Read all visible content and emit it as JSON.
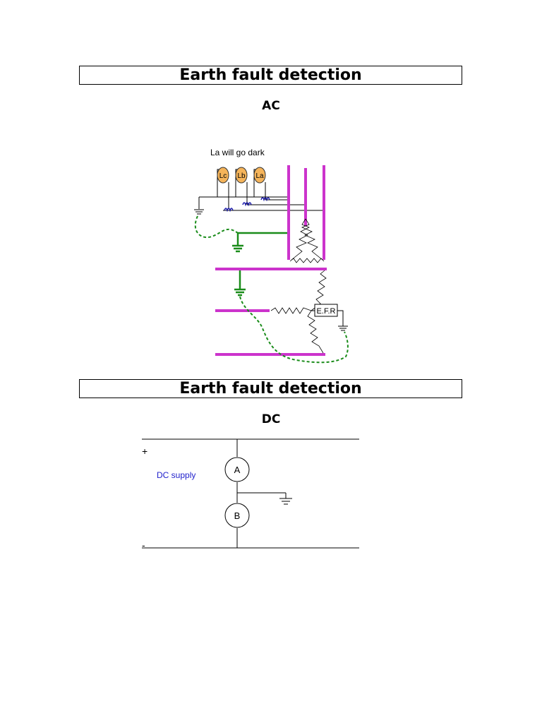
{
  "ac_section": {
    "title": "Earth fault detection",
    "subtitle": "AC",
    "note": "La will go dark",
    "lamps": [
      "Lc",
      "Lb",
      "La"
    ],
    "relay_label": "E.F.R"
  },
  "dc_section": {
    "title": "Earth fault detection",
    "subtitle": "DC",
    "plus_label": "+",
    "minus_label": "-",
    "supply_label": "DC supply",
    "meter_a": "A",
    "meter_b": "B"
  },
  "colors": {
    "busbar": "#cc33cc",
    "earth": "#1a8c1a",
    "fault_path": "#1a8c1a",
    "lamp_fill": "#f5b45a",
    "coil": "#1a1aaa",
    "dc_label": "#2222cc"
  }
}
